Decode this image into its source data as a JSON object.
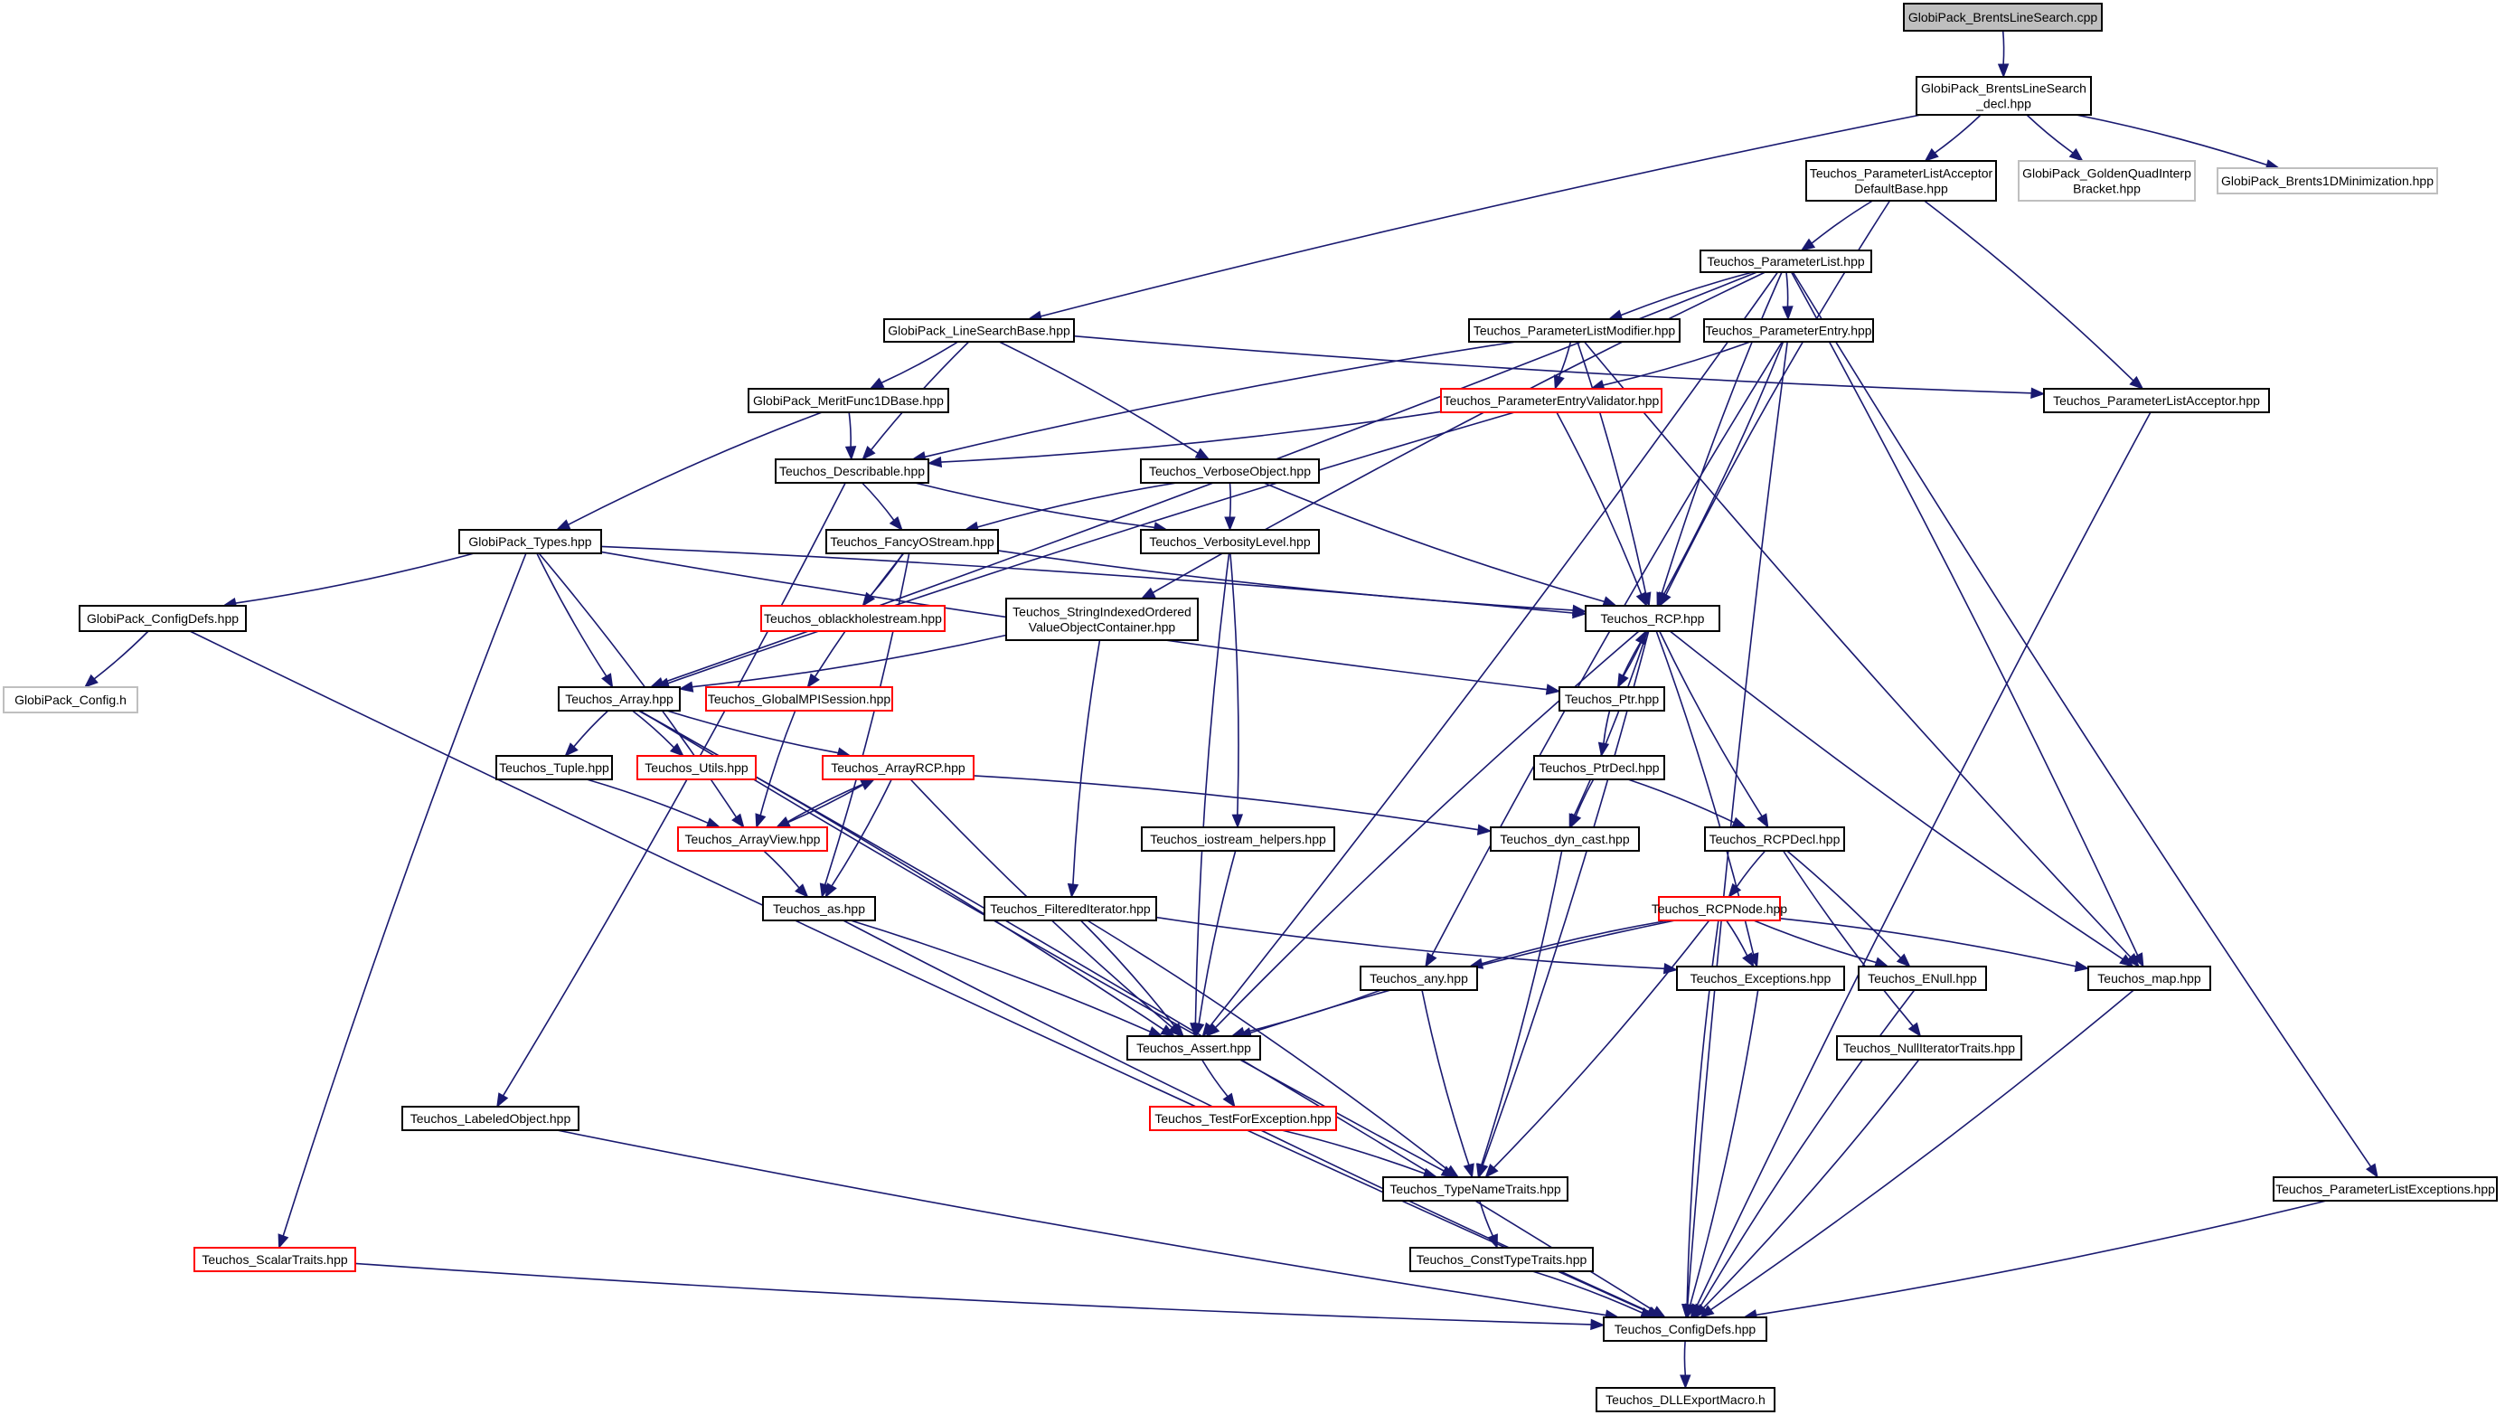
{
  "diagram": {
    "colors": {
      "edge": "#191970",
      "node_border": "#000000",
      "external_border": "#bfbfbf",
      "truncated_border": "#ff0000",
      "root_fill": "#bfbfbf",
      "background": "#ffffff"
    },
    "nodes": [
      {
        "id": "root",
        "lines": [
          "GlobiPack_BrentsLineSearch.cpp"
        ],
        "style": "root"
      },
      {
        "id": "decl",
        "lines": [
          "GlobiPack_BrentsLineSearch",
          "_decl.hpp"
        ],
        "style": "normal"
      },
      {
        "id": "plAcceptorDefault",
        "lines": [
          "Teuchos_ParameterListAcceptor",
          "DefaultBase.hpp"
        ],
        "style": "normal"
      },
      {
        "id": "goldenQuad",
        "lines": [
          "GlobiPack_GoldenQuadInterp",
          "Bracket.hpp"
        ],
        "style": "gray"
      },
      {
        "id": "brents1D",
        "lines": [
          "GlobiPack_Brents1DMinimization.hpp"
        ],
        "style": "gray"
      },
      {
        "id": "paramList",
        "lines": [
          "Teuchos_ParameterList.hpp"
        ],
        "style": "normal"
      },
      {
        "id": "lineSearchBase",
        "lines": [
          "GlobiPack_LineSearchBase.hpp"
        ],
        "style": "normal"
      },
      {
        "id": "plModifier",
        "lines": [
          "Teuchos_ParameterListModifier.hpp"
        ],
        "style": "normal"
      },
      {
        "id": "paramEntry",
        "lines": [
          "Teuchos_ParameterEntry.hpp"
        ],
        "style": "normal"
      },
      {
        "id": "meritFunc",
        "lines": [
          "GlobiPack_MeritFunc1DBase.hpp"
        ],
        "style": "normal"
      },
      {
        "id": "peValidator",
        "lines": [
          "Teuchos_ParameterEntryValidator.hpp"
        ],
        "style": "red"
      },
      {
        "id": "plAcceptor",
        "lines": [
          "Teuchos_ParameterListAcceptor.hpp"
        ],
        "style": "normal"
      },
      {
        "id": "describable",
        "lines": [
          "Teuchos_Describable.hpp"
        ],
        "style": "normal"
      },
      {
        "id": "verboseObject",
        "lines": [
          "Teuchos_VerboseObject.hpp"
        ],
        "style": "normal"
      },
      {
        "id": "types",
        "lines": [
          "GlobiPack_Types.hpp"
        ],
        "style": "normal"
      },
      {
        "id": "fancyOStream",
        "lines": [
          "Teuchos_FancyOStream.hpp"
        ],
        "style": "normal"
      },
      {
        "id": "verbosityLevel",
        "lines": [
          "Teuchos_VerbosityLevel.hpp"
        ],
        "style": "normal"
      },
      {
        "id": "configDefsGP",
        "lines": [
          "GlobiPack_ConfigDefs.hpp"
        ],
        "style": "normal"
      },
      {
        "id": "oblackhole",
        "lines": [
          "Teuchos_oblackholestream.hpp"
        ],
        "style": "red"
      },
      {
        "id": "strIndexed",
        "lines": [
          "Teuchos_StringIndexedOrdered",
          "ValueObjectContainer.hpp"
        ],
        "style": "normal"
      },
      {
        "id": "rcp",
        "lines": [
          "Teuchos_RCP.hpp"
        ],
        "style": "normal"
      },
      {
        "id": "gpConfig",
        "lines": [
          "GlobiPack_Config.h"
        ],
        "style": "gray"
      },
      {
        "id": "array",
        "lines": [
          "Teuchos_Array.hpp"
        ],
        "style": "normal"
      },
      {
        "id": "globalMPI",
        "lines": [
          "Teuchos_GlobalMPISession.hpp"
        ],
        "style": "red"
      },
      {
        "id": "ptr",
        "lines": [
          "Teuchos_Ptr.hpp"
        ],
        "style": "normal"
      },
      {
        "id": "tuple",
        "lines": [
          "Teuchos_Tuple.hpp"
        ],
        "style": "normal"
      },
      {
        "id": "utils",
        "lines": [
          "Teuchos_Utils.hpp"
        ],
        "style": "red"
      },
      {
        "id": "arrayRCP",
        "lines": [
          "Teuchos_ArrayRCP.hpp"
        ],
        "style": "red"
      },
      {
        "id": "ptrDecl",
        "lines": [
          "Teuchos_PtrDecl.hpp"
        ],
        "style": "normal"
      },
      {
        "id": "arrayView",
        "lines": [
          "Teuchos_ArrayView.hpp"
        ],
        "style": "red"
      },
      {
        "id": "iostreamHelpers",
        "lines": [
          "Teuchos_iostream_helpers.hpp"
        ],
        "style": "normal"
      },
      {
        "id": "dynCast",
        "lines": [
          "Teuchos_dyn_cast.hpp"
        ],
        "style": "normal"
      },
      {
        "id": "rcpDecl",
        "lines": [
          "Teuchos_RCPDecl.hpp"
        ],
        "style": "normal"
      },
      {
        "id": "as",
        "lines": [
          "Teuchos_as.hpp"
        ],
        "style": "normal"
      },
      {
        "id": "filteredIter",
        "lines": [
          "Teuchos_FilteredIterator.hpp"
        ],
        "style": "normal"
      },
      {
        "id": "rcpNode",
        "lines": [
          "Teuchos_RCPNode.hpp"
        ],
        "style": "red"
      },
      {
        "id": "any",
        "lines": [
          "Teuchos_any.hpp"
        ],
        "style": "normal"
      },
      {
        "id": "exceptions",
        "lines": [
          "Teuchos_Exceptions.hpp"
        ],
        "style": "normal"
      },
      {
        "id": "eNull",
        "lines": [
          "Teuchos_ENull.hpp"
        ],
        "style": "normal"
      },
      {
        "id": "map",
        "lines": [
          "Teuchos_map.hpp"
        ],
        "style": "normal"
      },
      {
        "id": "assert",
        "lines": [
          "Teuchos_Assert.hpp"
        ],
        "style": "normal"
      },
      {
        "id": "nullIter",
        "lines": [
          "Teuchos_NullIteratorTraits.hpp"
        ],
        "style": "normal"
      },
      {
        "id": "labeledObject",
        "lines": [
          "Teuchos_LabeledObject.hpp"
        ],
        "style": "normal"
      },
      {
        "id": "testForException",
        "lines": [
          "Teuchos_TestForException.hpp"
        ],
        "style": "red"
      },
      {
        "id": "typeNameTraits",
        "lines": [
          "Teuchos_TypeNameTraits.hpp"
        ],
        "style": "normal"
      },
      {
        "id": "plExceptions",
        "lines": [
          "Teuchos_ParameterListExceptions.hpp"
        ],
        "style": "normal"
      },
      {
        "id": "scalarTraits",
        "lines": [
          "Teuchos_ScalarTraits.hpp"
        ],
        "style": "red"
      },
      {
        "id": "constTypeTraits",
        "lines": [
          "Teuchos_ConstTypeTraits.hpp"
        ],
        "style": "normal"
      },
      {
        "id": "configDefs",
        "lines": [
          "Teuchos_ConfigDefs.hpp"
        ],
        "style": "normal"
      },
      {
        "id": "dllExport",
        "lines": [
          "Teuchos_DLLExportMacro.h"
        ],
        "style": "normal"
      }
    ],
    "edges": [
      [
        "root",
        "decl"
      ],
      [
        "decl",
        "lineSearchBase"
      ],
      [
        "decl",
        "plAcceptorDefault"
      ],
      [
        "decl",
        "goldenQuad"
      ],
      [
        "decl",
        "brents1D"
      ],
      [
        "plAcceptorDefault",
        "paramList"
      ],
      [
        "plAcceptorDefault",
        "plAcceptor"
      ],
      [
        "plAcceptorDefault",
        "rcp"
      ],
      [
        "paramList",
        "array"
      ],
      [
        "paramList",
        "strIndexed"
      ],
      [
        "paramList",
        "assert"
      ],
      [
        "paramList",
        "plModifier"
      ],
      [
        "paramList",
        "paramEntry"
      ],
      [
        "paramList",
        "rcp"
      ],
      [
        "paramList",
        "map"
      ],
      [
        "paramList",
        "plExceptions"
      ],
      [
        "lineSearchBase",
        "meritFunc"
      ],
      [
        "lineSearchBase",
        "describable"
      ],
      [
        "lineSearchBase",
        "verboseObject"
      ],
      [
        "lineSearchBase",
        "plAcceptor"
      ],
      [
        "plModifier",
        "peValidator"
      ],
      [
        "plModifier",
        "describable"
      ],
      [
        "plModifier",
        "rcp"
      ],
      [
        "plModifier",
        "map"
      ],
      [
        "paramEntry",
        "peValidator"
      ],
      [
        "paramEntry",
        "any"
      ],
      [
        "paramEntry",
        "rcp"
      ],
      [
        "paramEntry",
        "configDefs"
      ],
      [
        "meritFunc",
        "describable"
      ],
      [
        "meritFunc",
        "types"
      ],
      [
        "peValidator",
        "describable"
      ],
      [
        "peValidator",
        "array"
      ],
      [
        "peValidator",
        "rcp"
      ],
      [
        "plAcceptor",
        "configDefs"
      ],
      [
        "describable",
        "fancyOStream"
      ],
      [
        "describable",
        "verbosityLevel"
      ],
      [
        "describable",
        "labeledObject"
      ],
      [
        "verboseObject",
        "fancyOStream"
      ],
      [
        "verboseObject",
        "verbosityLevel"
      ],
      [
        "verboseObject",
        "rcp"
      ],
      [
        "types",
        "configDefsGP"
      ],
      [
        "types",
        "array"
      ],
      [
        "types",
        "arrayView"
      ],
      [
        "types",
        "scalarTraits"
      ],
      [
        "types",
        "rcp"
      ],
      [
        "types",
        "ptr"
      ],
      [
        "fancyOStream",
        "oblackhole"
      ],
      [
        "fancyOStream",
        "globalMPI"
      ],
      [
        "fancyOStream",
        "as"
      ],
      [
        "fancyOStream",
        "rcp"
      ],
      [
        "verbosityLevel",
        "iostreamHelpers"
      ],
      [
        "verbosityLevel",
        "assert"
      ],
      [
        "configDefsGP",
        "gpConfig"
      ],
      [
        "configDefsGP",
        "configDefs"
      ],
      [
        "strIndexed",
        "array"
      ],
      [
        "strIndexed",
        "filteredIter"
      ],
      [
        "rcp",
        "ptr"
      ],
      [
        "rcp",
        "assert"
      ],
      [
        "rcp",
        "dynCast"
      ],
      [
        "rcp",
        "rcpDecl"
      ],
      [
        "rcp",
        "exceptions"
      ],
      [
        "rcp",
        "map"
      ],
      [
        "rcp",
        "typeNameTraits"
      ],
      [
        "array",
        "tuple"
      ],
      [
        "array",
        "utils"
      ],
      [
        "array",
        "arrayRCP"
      ],
      [
        "array",
        "assert"
      ],
      [
        "array",
        "typeNameTraits"
      ],
      [
        "array",
        "configDefs"
      ],
      [
        "globalMPI",
        "arrayView"
      ],
      [
        "ptr",
        "rcp"
      ],
      [
        "ptr",
        "ptrDecl"
      ],
      [
        "tuple",
        "arrayView"
      ],
      [
        "arrayRCP",
        "arrayView"
      ],
      [
        "arrayRCP",
        "as"
      ],
      [
        "arrayRCP",
        "assert"
      ],
      [
        "arrayRCP",
        "dynCast"
      ],
      [
        "arrayView",
        "arrayRCP"
      ],
      [
        "arrayView",
        "as"
      ],
      [
        "ptrDecl",
        "dynCast"
      ],
      [
        "ptrDecl",
        "rcpDecl"
      ],
      [
        "iostreamHelpers",
        "assert"
      ],
      [
        "dynCast",
        "typeNameTraits"
      ],
      [
        "rcpDecl",
        "rcpNode"
      ],
      [
        "rcpDecl",
        "eNull"
      ],
      [
        "rcpDecl",
        "nullIter"
      ],
      [
        "as",
        "assert"
      ],
      [
        "as",
        "configDefs"
      ],
      [
        "filteredIter",
        "assert"
      ],
      [
        "filteredIter",
        "exceptions"
      ],
      [
        "filteredIter",
        "typeNameTraits"
      ],
      [
        "rcpNode",
        "any"
      ],
      [
        "rcpNode",
        "exceptions"
      ],
      [
        "rcpNode",
        "eNull"
      ],
      [
        "rcpNode",
        "map"
      ],
      [
        "rcpNode",
        "assert"
      ],
      [
        "rcpNode",
        "typeNameTraits"
      ],
      [
        "rcpNode",
        "configDefs"
      ],
      [
        "any",
        "assert"
      ],
      [
        "any",
        "typeNameTraits"
      ],
      [
        "exceptions",
        "configDefs"
      ],
      [
        "eNull",
        "configDefs"
      ],
      [
        "map",
        "configDefs"
      ],
      [
        "assert",
        "testForException"
      ],
      [
        "nullIter",
        "configDefs"
      ],
      [
        "labeledObject",
        "configDefs"
      ],
      [
        "testForException",
        "typeNameTraits"
      ],
      [
        "typeNameTraits",
        "constTypeTraits"
      ],
      [
        "plExceptions",
        "configDefs"
      ],
      [
        "scalarTraits",
        "configDefs"
      ],
      [
        "constTypeTraits",
        "configDefs"
      ],
      [
        "configDefs",
        "dllExport"
      ]
    ]
  }
}
